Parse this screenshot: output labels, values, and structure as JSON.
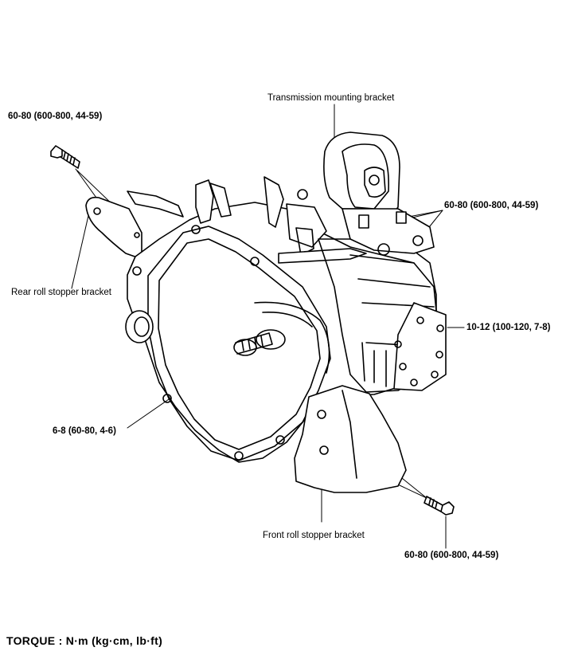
{
  "labels": {
    "transmission_mounting_bracket": "Transmission mounting bracket",
    "rear_roll_stopper_bracket": "Rear roll stopper bracket",
    "front_roll_stopper_bracket": "Front roll stopper bracket",
    "torque_top_left": "60-80  (600-800,  44-59)",
    "torque_top_right": "60-80  (600-800,  44-59)",
    "torque_side_right": "10-12  (100-120,  7-8)",
    "torque_left_mid": "6-8  (60-80,  4-6)",
    "torque_bottom_right": "60-80  (600-800,  44-59)"
  },
  "legend": {
    "torque_units": "TORQUE  :  N·m  (kg·cm,  lb·ft)"
  }
}
